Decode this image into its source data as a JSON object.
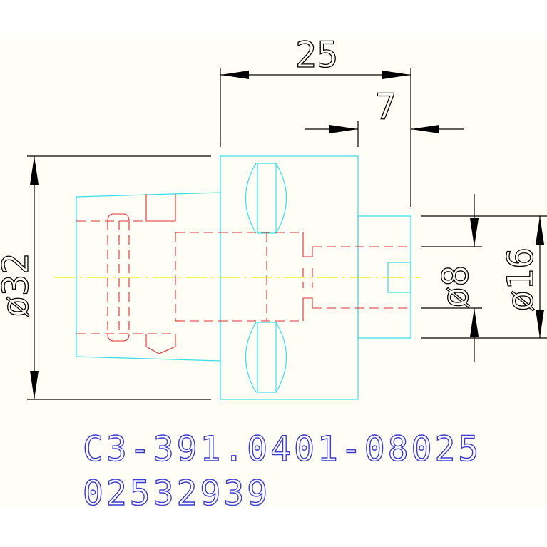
{
  "drawing": {
    "dimension_overall_length": "25",
    "dimension_shank_length": "7",
    "dimension_body_diameter": "ø32",
    "dimension_bore_diameter": "ø8",
    "dimension_shank_diameter": "ø16",
    "part_number": "C3-391.0401-08025",
    "article_number": "02532939"
  },
  "colors": {
    "background": "#fefef6",
    "outline": "#33dfe9",
    "hidden": "#e23030",
    "centerline": "#f3f000",
    "dimension": "#000000",
    "caption": "#3b3bd6"
  }
}
